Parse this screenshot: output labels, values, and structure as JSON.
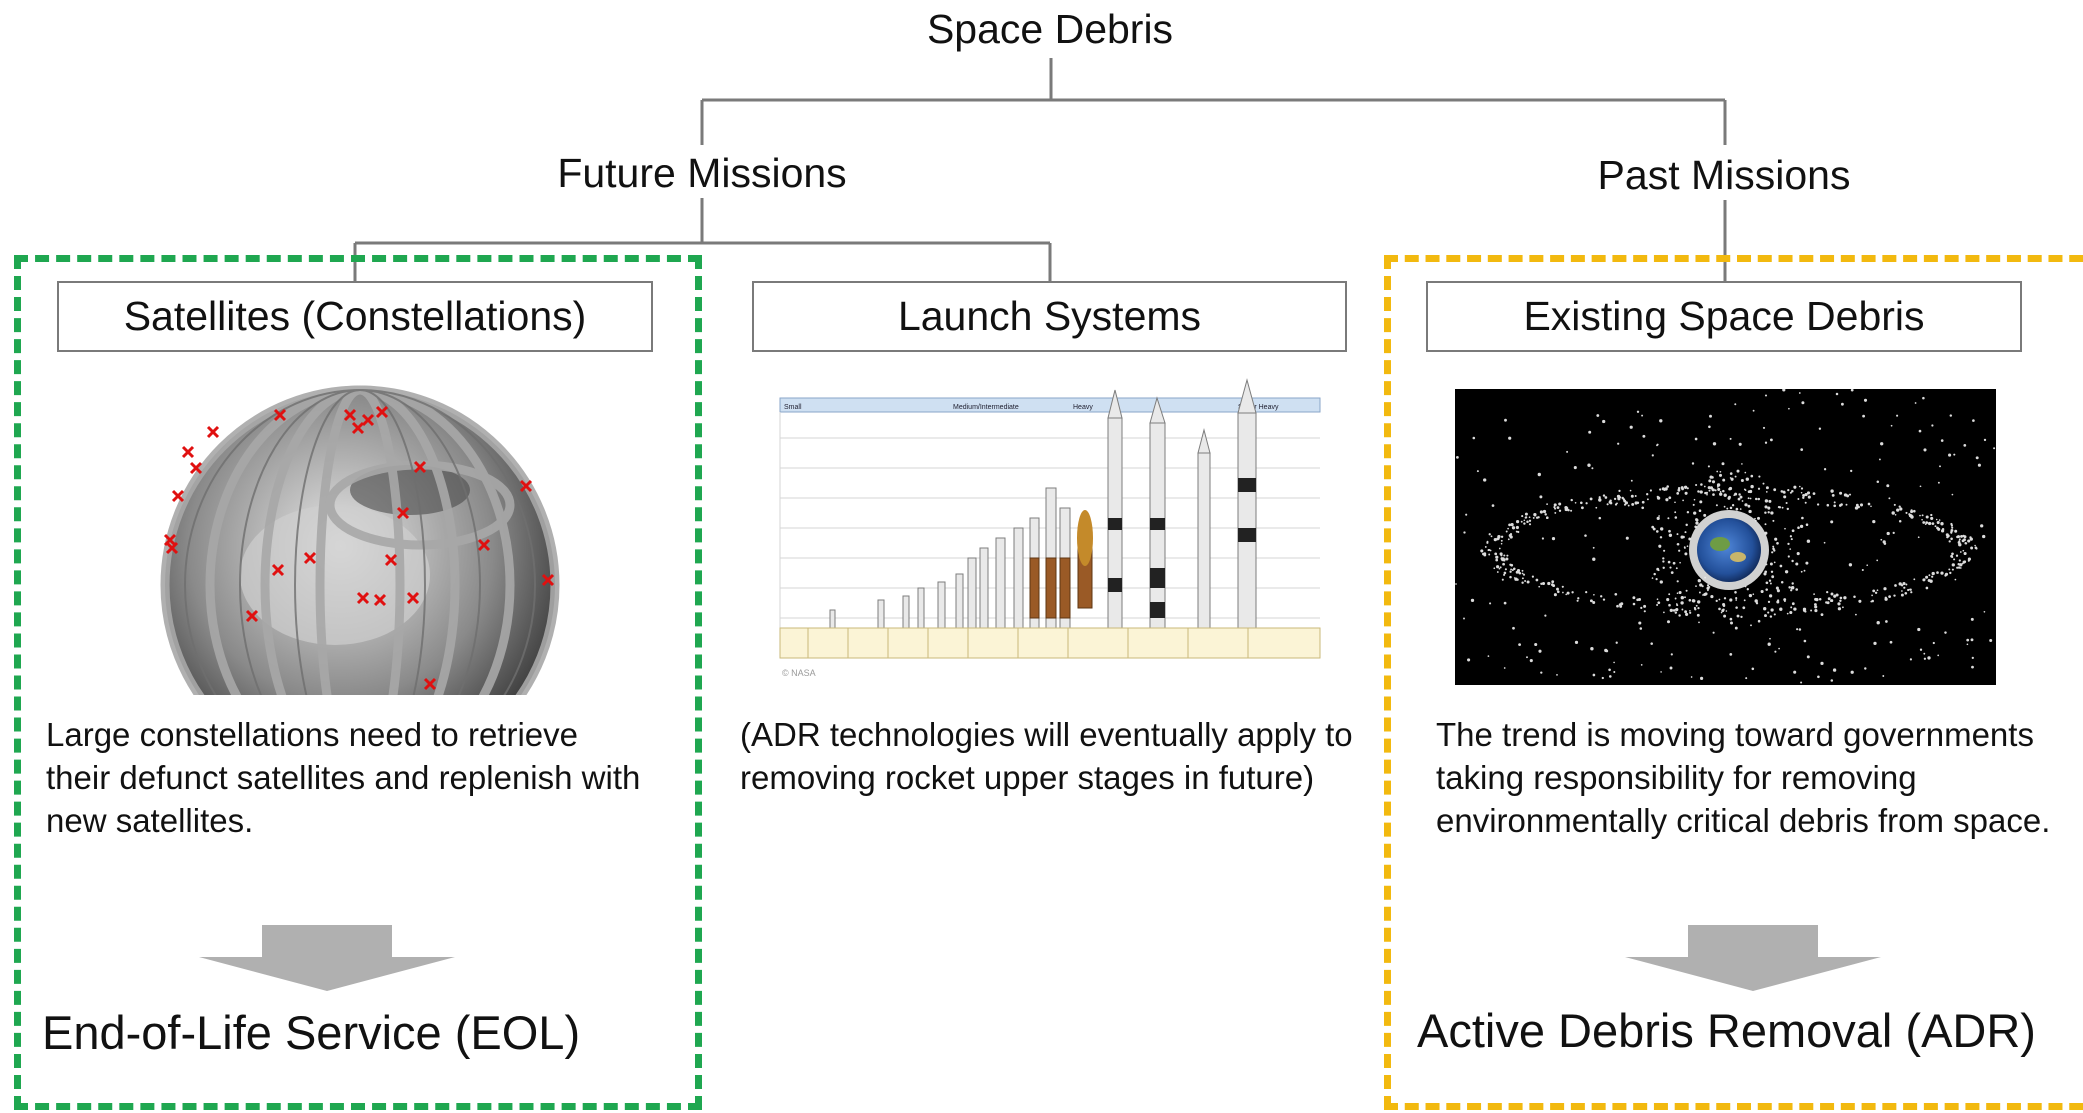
{
  "root": {
    "label": "Space Debris"
  },
  "future": {
    "label": "Future Missions",
    "satellites": {
      "title": "Satellites (Constellations)",
      "description": "Large constellations need to retrieve their defunct satellites and replenish with new satellites.",
      "result": "End-of-Life Service (EOL)"
    },
    "launch": {
      "title": "Launch Systems",
      "description": "(ADR technologies will eventually apply to removing rocket upper stages in future)"
    }
  },
  "past": {
    "label": "Past Missions",
    "debris": {
      "title": "Existing Space Debris",
      "description": "The trend is moving toward governments taking responsibility for removing environmentally critical debris from space.",
      "result": "Active Debris Removal (ADR)"
    }
  },
  "colors": {
    "eol_border": "#1fa750",
    "adr_border": "#f2b90f",
    "connector": "#7a7a7a",
    "arrow": "#b0b0b0"
  },
  "launch_chart": {
    "headers": [
      "Small",
      "Medium/Intermediate",
      "Heavy",
      "Super Heavy"
    ],
    "watermark": "© NASA"
  }
}
